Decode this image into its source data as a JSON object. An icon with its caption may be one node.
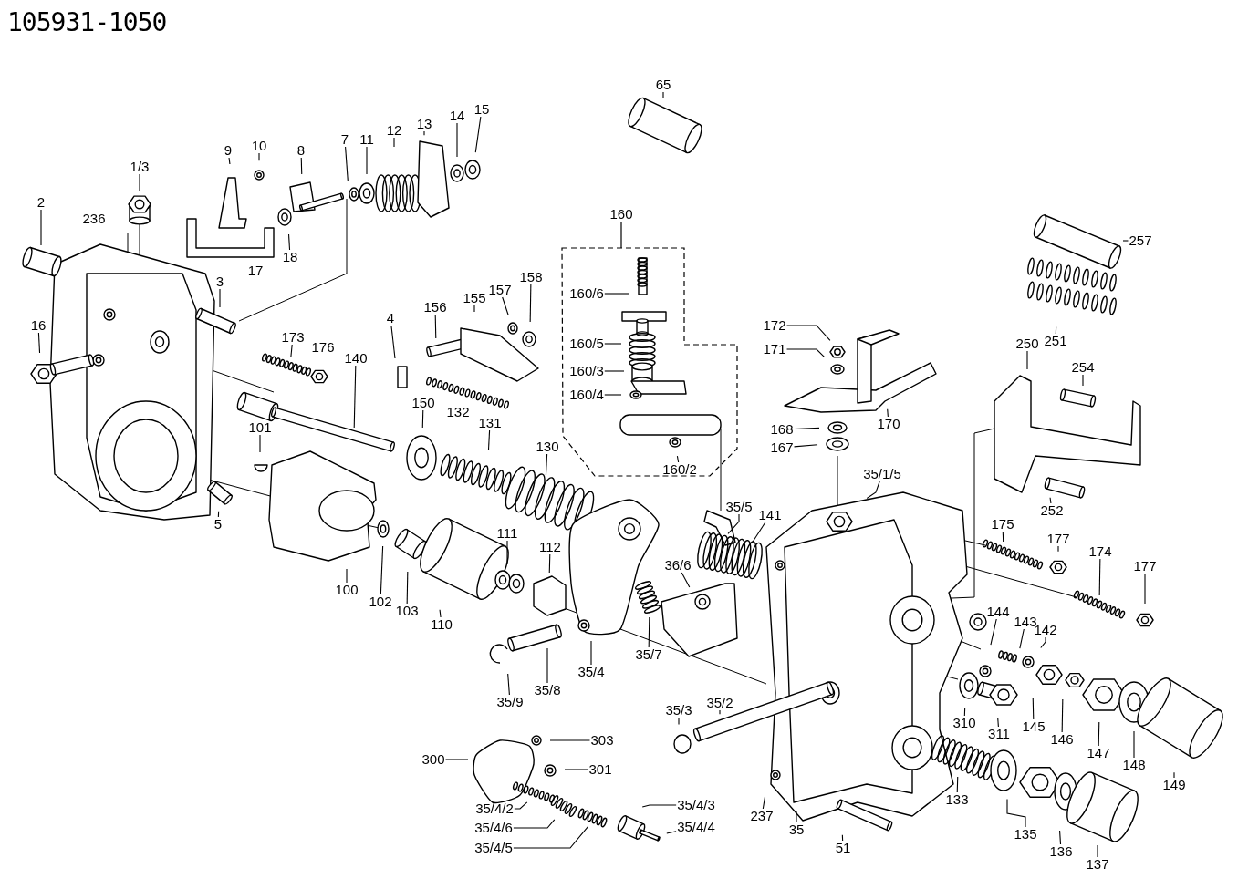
{
  "diagram": {
    "title": "105931-1050",
    "nodes": [
      {
        "text": [
          "65"
        ]
      },
      {
        "text": [
          "10"
        ]
      },
      {
        "text": [
          "9"
        ]
      },
      {
        "text": [
          "8"
        ]
      },
      {
        "text": [
          "7"
        ]
      },
      {
        "text": [
          "11"
        ]
      },
      {
        "text": [
          "12"
        ]
      },
      {
        "text": [
          "13"
        ]
      },
      {
        "text": [
          "14"
        ]
      },
      {
        "text": [
          "15"
        ]
      },
      {
        "text": [
          "1/3"
        ]
      },
      {
        "text": [
          "2"
        ]
      },
      {
        "text": [
          "18"
        ]
      },
      {
        "text": [
          "3"
        ]
      },
      {
        "text": [
          "16"
        ]
      },
      {
        "text": [
          "173"
        ]
      },
      {
        "text": [
          "140"
        ]
      },
      {
        "text": [
          "4"
        ]
      },
      {
        "text": [
          "156"
        ]
      },
      {
        "text": [
          "155"
        ]
      },
      {
        "text": [
          "157"
        ]
      },
      {
        "text": [
          "158"
        ]
      },
      {
        "text": [
          "150"
        ]
      },
      {
        "text": [
          "131"
        ]
      },
      {
        "text": [
          "101"
        ]
      },
      {
        "text": [
          "130"
        ]
      },
      {
        "text": [
          "5"
        ]
      },
      {
        "text": [
          "100"
        ]
      },
      {
        "text": [
          "102"
        ]
      },
      {
        "text": [
          "103"
        ]
      },
      {
        "text": [
          "110"
        ]
      },
      {
        "text": [
          "111"
        ]
      },
      {
        "text": [
          "112"
        ]
      },
      {
        "text": [
          "35/9"
        ]
      },
      {
        "text": [
          "35/8"
        ]
      },
      {
        "text": [
          "35/4"
        ]
      },
      {
        "text": [
          "35/7"
        ]
      },
      {
        "text": [
          "36/6"
        ]
      },
      {
        "text": [
          "35/5"
        ]
      },
      {
        "text": [
          "141"
        ]
      },
      {
        "text": [
          "160"
        ]
      },
      {
        "text": [
          "160/6"
        ],
        "in": 40
      },
      {
        "text": [
          "160/5"
        ],
        "in": 40
      },
      {
        "text": [
          "160/3"
        ],
        "in": 40
      },
      {
        "text": [
          "160/4"
        ],
        "in": 40
      },
      {
        "text": [
          "160/2"
        ],
        "in": 40
      },
      {
        "text": [
          "172"
        ]
      },
      {
        "text": [
          "171"
        ]
      },
      {
        "text": [
          "170"
        ]
      },
      {
        "text": [
          "168"
        ]
      },
      {
        "text": [
          "167"
        ]
      },
      {
        "text": [
          "35/1/5"
        ]
      },
      {
        "text": [
          "257"
        ]
      },
      {
        "text": [
          "251"
        ]
      },
      {
        "text": [
          "250"
        ]
      },
      {
        "text": [
          "254"
        ]
      },
      {
        "text": [
          "252"
        ]
      },
      {
        "text": [
          "175"
        ]
      },
      {
        "text": [
          "177"
        ]
      },
      {
        "text": [
          "174"
        ]
      },
      {
        "text": [
          "177"
        ]
      },
      {
        "text": [
          "144"
        ]
      },
      {
        "text": [
          "143"
        ]
      },
      {
        "text": [
          "142"
        ]
      },
      {
        "text": [
          "310"
        ]
      },
      {
        "text": [
          "311"
        ]
      },
      {
        "text": [
          "145"
        ]
      },
      {
        "text": [
          "146"
        ]
      },
      {
        "text": [
          "147"
        ]
      },
      {
        "text": [
          "148"
        ]
      },
      {
        "text": [
          "149"
        ]
      },
      {
        "text": [
          "133"
        ]
      },
      {
        "text": [
          "135"
        ]
      },
      {
        "text": [
          "136"
        ]
      },
      {
        "text": [
          "137"
        ]
      },
      {
        "text": [
          "51"
        ]
      },
      {
        "text": [
          "35"
        ]
      },
      {
        "text": [
          "237"
        ]
      },
      {
        "text": [
          "35/2"
        ]
      },
      {
        "text": [
          "35/3"
        ]
      },
      {
        "text": [
          "303"
        ]
      },
      {
        "text": [
          "300"
        ]
      },
      {
        "text": [
          "301"
        ]
      },
      {
        "text": [
          "35/4/2"
        ]
      },
      {
        "text": [
          "35/4/6"
        ]
      },
      {
        "text": [
          "35/4/5"
        ]
      },
      {
        "text": [
          "35/4/3"
        ]
      },
      {
        "text": [
          "35/4/4"
        ]
      },
      {
        "text": [
          "236"
        ]
      },
      {
        "text": [
          "17"
        ]
      },
      {
        "text": [
          "176"
        ]
      },
      {
        "text": [
          "132"
        ]
      }
    ],
    "edges": [
      {
        "from": 0,
        "to": null,
        "arrow": "none"
      },
      {
        "from": 1,
        "to": null,
        "arrow": "none"
      },
      {
        "from": 2,
        "to": null,
        "arrow": "none"
      },
      {
        "from": 3,
        "to": null,
        "arrow": "none"
      },
      {
        "from": 4,
        "to": null,
        "arrow": "none"
      },
      {
        "from": 5,
        "to": null,
        "arrow": "none"
      },
      {
        "from": 6,
        "to": null,
        "arrow": "none"
      },
      {
        "from": 7,
        "to": null,
        "arrow": "none"
      },
      {
        "from": 8,
        "to": null,
        "arrow": "none"
      },
      {
        "from": 9,
        "to": null,
        "arrow": "none"
      },
      {
        "from": 10,
        "to": null,
        "arrow": "none"
      },
      {
        "from": 11,
        "to": null,
        "arrow": "none"
      },
      {
        "from": 12,
        "to": null,
        "arrow": "none"
      },
      {
        "from": 13,
        "to": null,
        "arrow": "none"
      },
      {
        "from": 14,
        "to": null,
        "arrow": "none"
      },
      {
        "from": 15,
        "to": null,
        "arrow": "none"
      },
      {
        "from": 16,
        "to": null,
        "arrow": "none"
      },
      {
        "from": 17,
        "to": null,
        "arrow": "none"
      },
      {
        "from": 18,
        "to": null,
        "arrow": "none"
      },
      {
        "from": 19,
        "to": null,
        "arrow": "none"
      },
      {
        "from": 20,
        "to": null,
        "arrow": "none"
      },
      {
        "from": 21,
        "to": null,
        "arrow": "none"
      },
      {
        "from": 22,
        "to": null,
        "arrow": "none"
      },
      {
        "from": 23,
        "to": null,
        "arrow": "none"
      },
      {
        "from": 24,
        "to": null,
        "arrow": "none"
      },
      {
        "from": 25,
        "to": null,
        "arrow": "none"
      },
      {
        "from": 26,
        "to": null,
        "arrow": "none"
      },
      {
        "from": 27,
        "to": null,
        "arrow": "none"
      },
      {
        "from": 28,
        "to": null,
        "arrow": "none"
      },
      {
        "from": 29,
        "to": null,
        "arrow": "none"
      },
      {
        "from": 30,
        "to": null,
        "arrow": "none"
      },
      {
        "from": 31,
        "to": null,
        "arrow": "none"
      },
      {
        "from": 32,
        "to": null,
        "arrow": "none"
      },
      {
        "from": 33,
        "to": null,
        "arrow": "none"
      },
      {
        "from": 34,
        "to": null,
        "arrow": "none"
      },
      {
        "from": 35,
        "to": null,
        "arrow": "none"
      },
      {
        "from": 36,
        "to": null,
        "arrow": "none"
      },
      {
        "from": 37,
        "to": null,
        "arrow": "none"
      },
      {
        "from": 38,
        "to": null,
        "arrow": "none"
      },
      {
        "from": 39,
        "to": null,
        "arrow": "none"
      },
      {
        "from": 40,
        "to": null,
        "arrow": "none"
      },
      {
        "from": 41,
        "to": null,
        "arrow": "none"
      },
      {
        "from": 42,
        "to": null,
        "arrow": "none"
      },
      {
        "from": 43,
        "to": null,
        "arrow": "none"
      },
      {
        "from": 44,
        "to": null,
        "arrow": "none"
      },
      {
        "from": 45,
        "to": null,
        "arrow": "none"
      },
      {
        "from": 46,
        "to": null,
        "arrow": "none"
      },
      {
        "from": 47,
        "to": null,
        "arrow": "none"
      },
      {
        "from": 48,
        "to": null,
        "arrow": "none"
      },
      {
        "from": 49,
        "to": null,
        "arrow": "none"
      },
      {
        "from": 50,
        "to": null,
        "arrow": "none"
      },
      {
        "from": 51,
        "to": null,
        "arrow": "none"
      },
      {
        "from": 52,
        "to": null,
        "arrow": "none"
      },
      {
        "from": 53,
        "to": null,
        "arrow": "none"
      },
      {
        "from": 54,
        "to": null,
        "arrow": "none"
      },
      {
        "from": 55,
        "to": null,
        "arrow": "none"
      },
      {
        "from": 56,
        "to": null,
        "arrow": "none"
      },
      {
        "from": 57,
        "to": null,
        "arrow": "none"
      },
      {
        "from": 58,
        "to": null,
        "arrow": "none"
      },
      {
        "from": 59,
        "to": null,
        "arrow": "none"
      },
      {
        "from": 60,
        "to": null,
        "arrow": "none"
      },
      {
        "from": 61,
        "to": null,
        "arrow": "none"
      },
      {
        "from": 62,
        "to": null,
        "arrow": "none"
      },
      {
        "from": 63,
        "to": null,
        "arrow": "none"
      },
      {
        "from": 64,
        "to": null,
        "arrow": "none"
      },
      {
        "from": 65,
        "to": null,
        "arrow": "none"
      },
      {
        "from": 66,
        "to": null,
        "arrow": "none"
      },
      {
        "from": 67,
        "to": null,
        "arrow": "none"
      },
      {
        "from": 68,
        "to": null,
        "arrow": "none"
      },
      {
        "from": 69,
        "to": null,
        "arrow": "none"
      },
      {
        "from": 70,
        "to": null,
        "arrow": "none"
      },
      {
        "from": 71,
        "to": null,
        "arrow": "none"
      },
      {
        "from": 72,
        "to": null,
        "arrow": "none"
      },
      {
        "from": 73,
        "to": null,
        "arrow": "none"
      },
      {
        "from": 74,
        "to": null,
        "arrow": "none"
      },
      {
        "from": 75,
        "to": null,
        "arrow": "none"
      },
      {
        "from": 76,
        "to": null,
        "arrow": "none"
      },
      {
        "from": 77,
        "to": null,
        "arrow": "none"
      },
      {
        "from": 78,
        "to": null,
        "arrow": "none"
      },
      {
        "from": 79,
        "to": null,
        "arrow": "none"
      },
      {
        "from": 80,
        "to": null,
        "arrow": "none"
      },
      {
        "from": 81,
        "to": null,
        "arrow": "none"
      },
      {
        "from": 82,
        "to": null,
        "arrow": "none"
      },
      {
        "from": 83,
        "to": null,
        "arrow": "none"
      },
      {
        "from": 84,
        "to": null,
        "arrow": "none"
      },
      {
        "from": 85,
        "to": null,
        "arrow": "none"
      },
      {
        "from": 86,
        "to": null,
        "arrow": "none"
      },
      {
        "from": 87,
        "to": null,
        "arrow": "none"
      }
    ],
    "labels": []
  }
}
